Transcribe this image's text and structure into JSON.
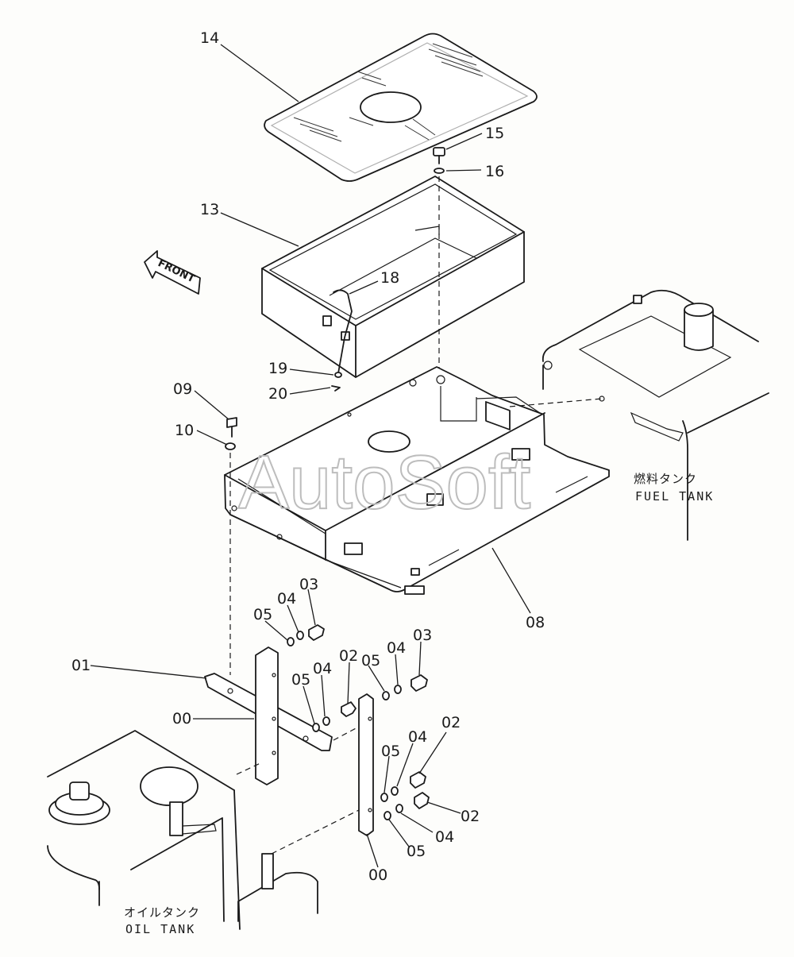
{
  "labels": {
    "p14": "14",
    "p15": "15",
    "p16": "16",
    "p13": "13",
    "p18": "18",
    "p19": "19",
    "p20": "20",
    "p09": "09",
    "p10": "10",
    "p08": "08",
    "p03a": "03",
    "p04a": "04",
    "p05a": "05",
    "p01": "01",
    "p00a": "00",
    "p05b": "05",
    "p04b": "04",
    "p02a": "02",
    "p05c": "05",
    "p04c": "04",
    "p03b": "03",
    "p02b": "02",
    "p04d": "04",
    "p05d": "05",
    "p02c": "02",
    "p04e": "04",
    "p05e": "05",
    "p00b": "00"
  },
  "fuel_tank": {
    "jp": "燃料タンク",
    "en": "FUEL TANK"
  },
  "oil_tank": {
    "jp": "オイルタンク",
    "en": "OIL TANK"
  },
  "front_arrow": "FRONT",
  "watermark": "AutoSoft"
}
